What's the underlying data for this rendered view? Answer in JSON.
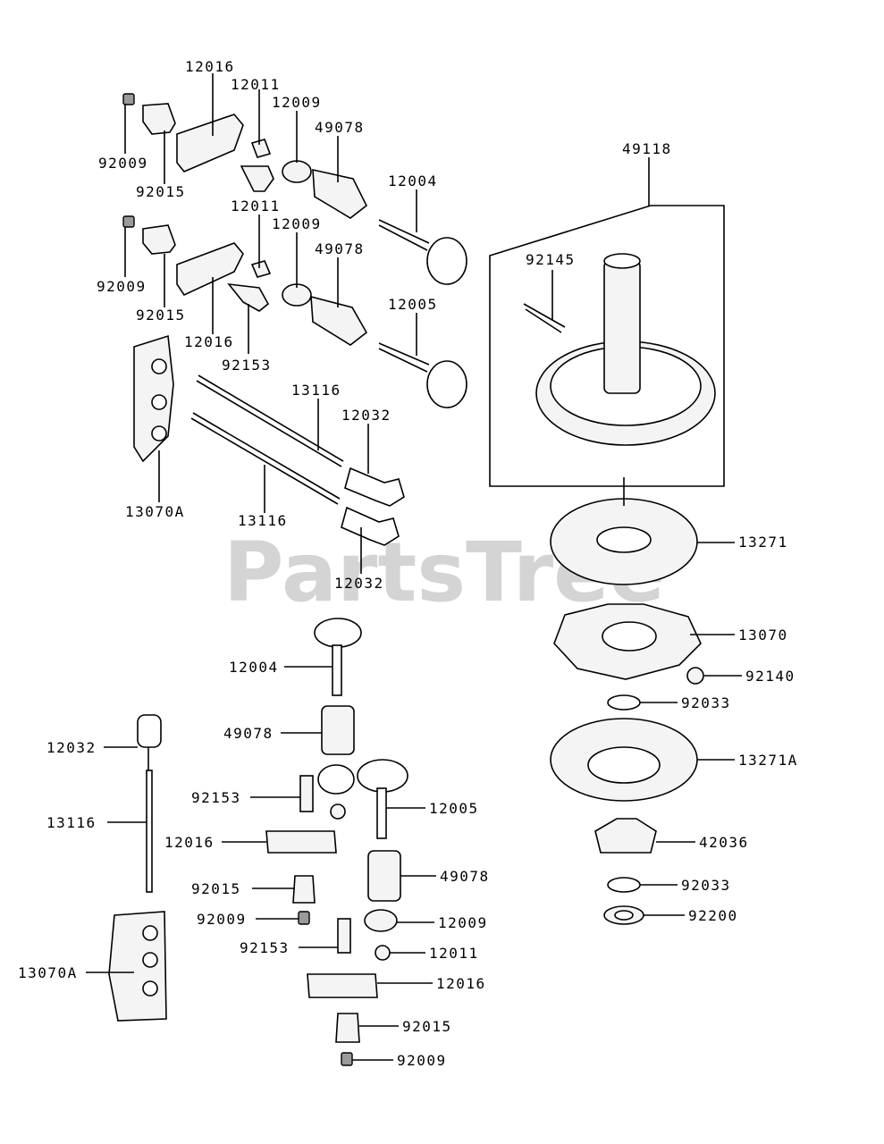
{
  "watermark": {
    "text": "PartsTree",
    "tm": "™"
  },
  "callouts": [
    "12016",
    "12011",
    "12009",
    "49078",
    "92009",
    "92015",
    "12004",
    "12011",
    "12009",
    "49078",
    "92009",
    "92015",
    "12016",
    "92153",
    "12005",
    "13116",
    "12032",
    "13070A",
    "13116",
    "12032",
    "49118",
    "92145",
    "13271",
    "13070",
    "92140",
    "92033",
    "13271A",
    "42036",
    "92033",
    "92200",
    "12004",
    "49078",
    "12032",
    "92153",
    "13116",
    "12016",
    "12005",
    "92015",
    "49078",
    "92009",
    "12009",
    "92153",
    "12011",
    "13070A",
    "12016",
    "92015",
    "92009"
  ]
}
